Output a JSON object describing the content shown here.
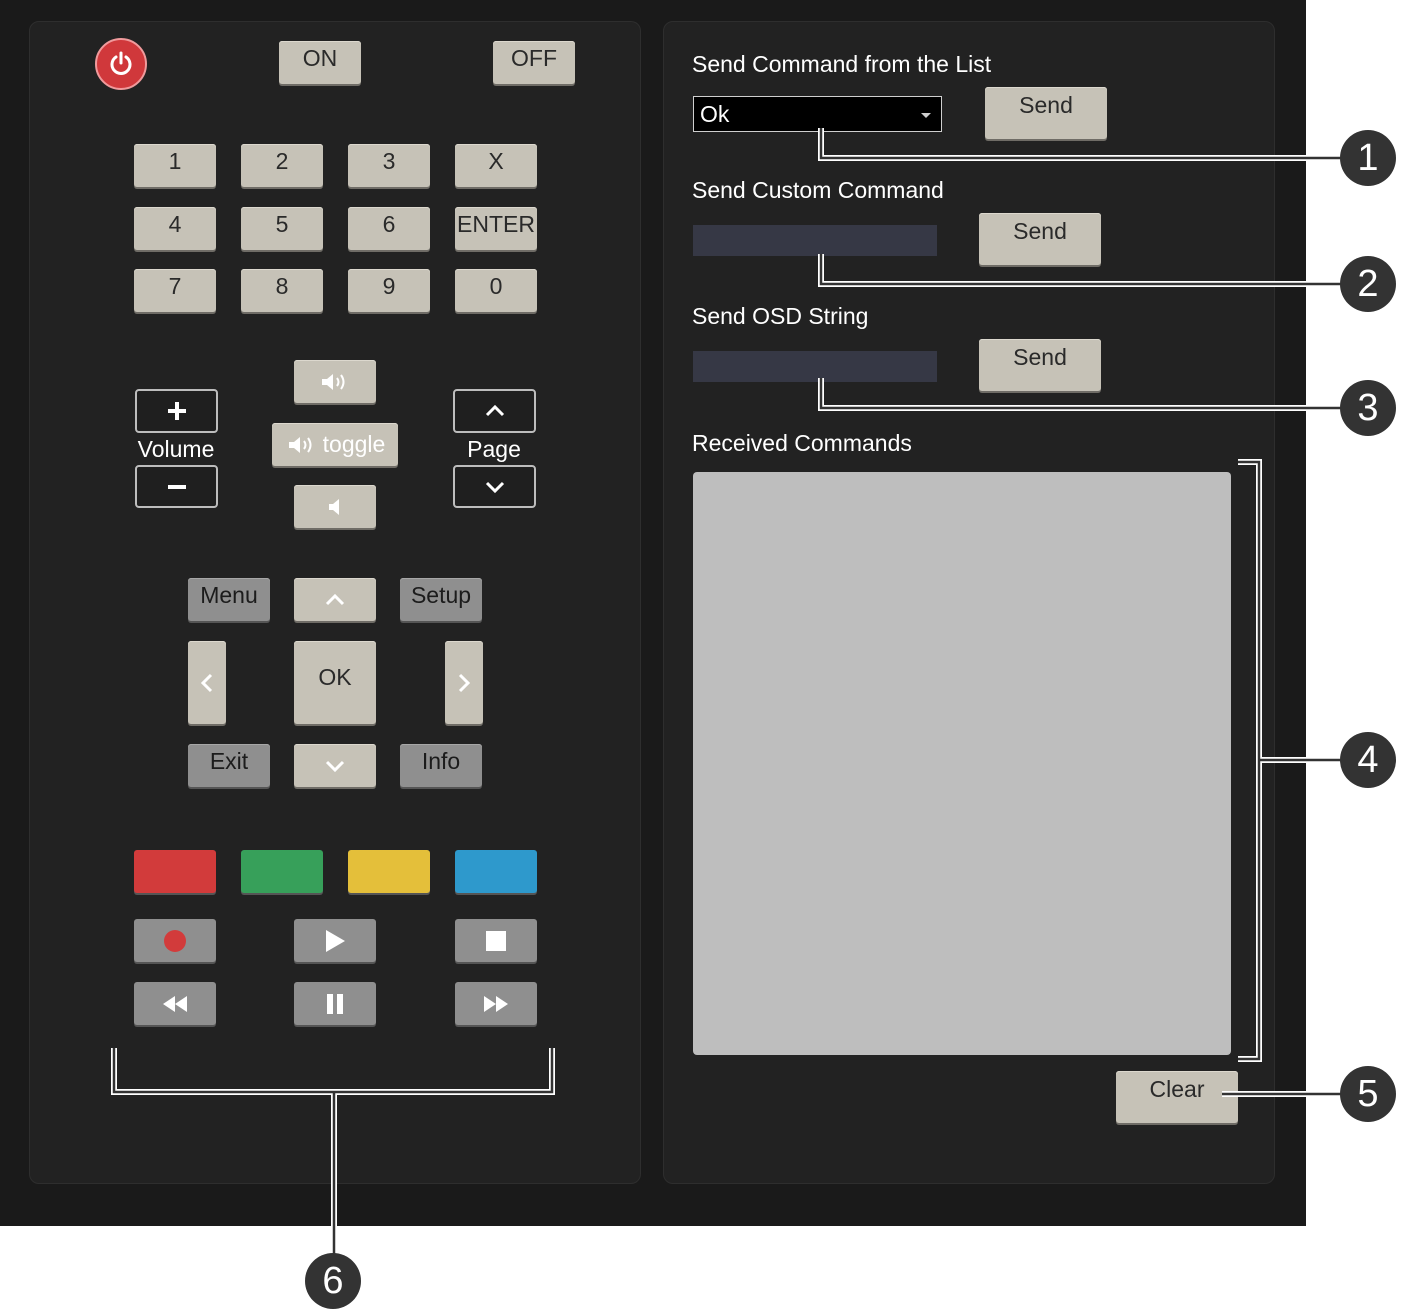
{
  "remote": {
    "on_label": "ON",
    "off_label": "OFF",
    "keypad": [
      "1",
      "2",
      "3",
      "X",
      "4",
      "5",
      "6",
      "ENTER",
      "7",
      "8",
      "9",
      "0"
    ],
    "volume_label": "Volume",
    "toggle_label": "toggle",
    "page_label": "Page",
    "menu_label": "Menu",
    "setup_label": "Setup",
    "ok_label": "OK",
    "exit_label": "Exit",
    "info_label": "Info",
    "color_keys": [
      "#d23b3b",
      "#37a05a",
      "#e4bf3a",
      "#2e99cc"
    ],
    "icons": {
      "power": "power-icon",
      "plus": "plus-icon",
      "minus": "minus-icon",
      "volume_up": "volume-up-icon",
      "volume_mute_toggle": "speaker-toggle-icon",
      "volume_down": "volume-down-icon",
      "page_up": "chevron-up-icon",
      "page_down": "chevron-down-icon",
      "record": "record-icon",
      "play": "play-icon",
      "stop": "stop-icon",
      "rewind": "rewind-icon",
      "pause": "pause-icon",
      "fast_forward": "fast-forward-icon"
    }
  },
  "commands": {
    "list_title": "Send Command from the List",
    "list_selected": "Ok",
    "send_label": "Send",
    "custom_title": "Send Custom Command",
    "custom_value": "",
    "osd_title": "Send OSD String",
    "osd_value": "",
    "received_title": "Received Commands",
    "clear_label": "Clear"
  },
  "callouts": [
    "1",
    "2",
    "3",
    "4",
    "5",
    "6"
  ],
  "colors": {
    "accent_power": "#d0383b",
    "button": "#c6c2b7",
    "button_dark": "#8f8f8f",
    "panel": "#222222"
  }
}
